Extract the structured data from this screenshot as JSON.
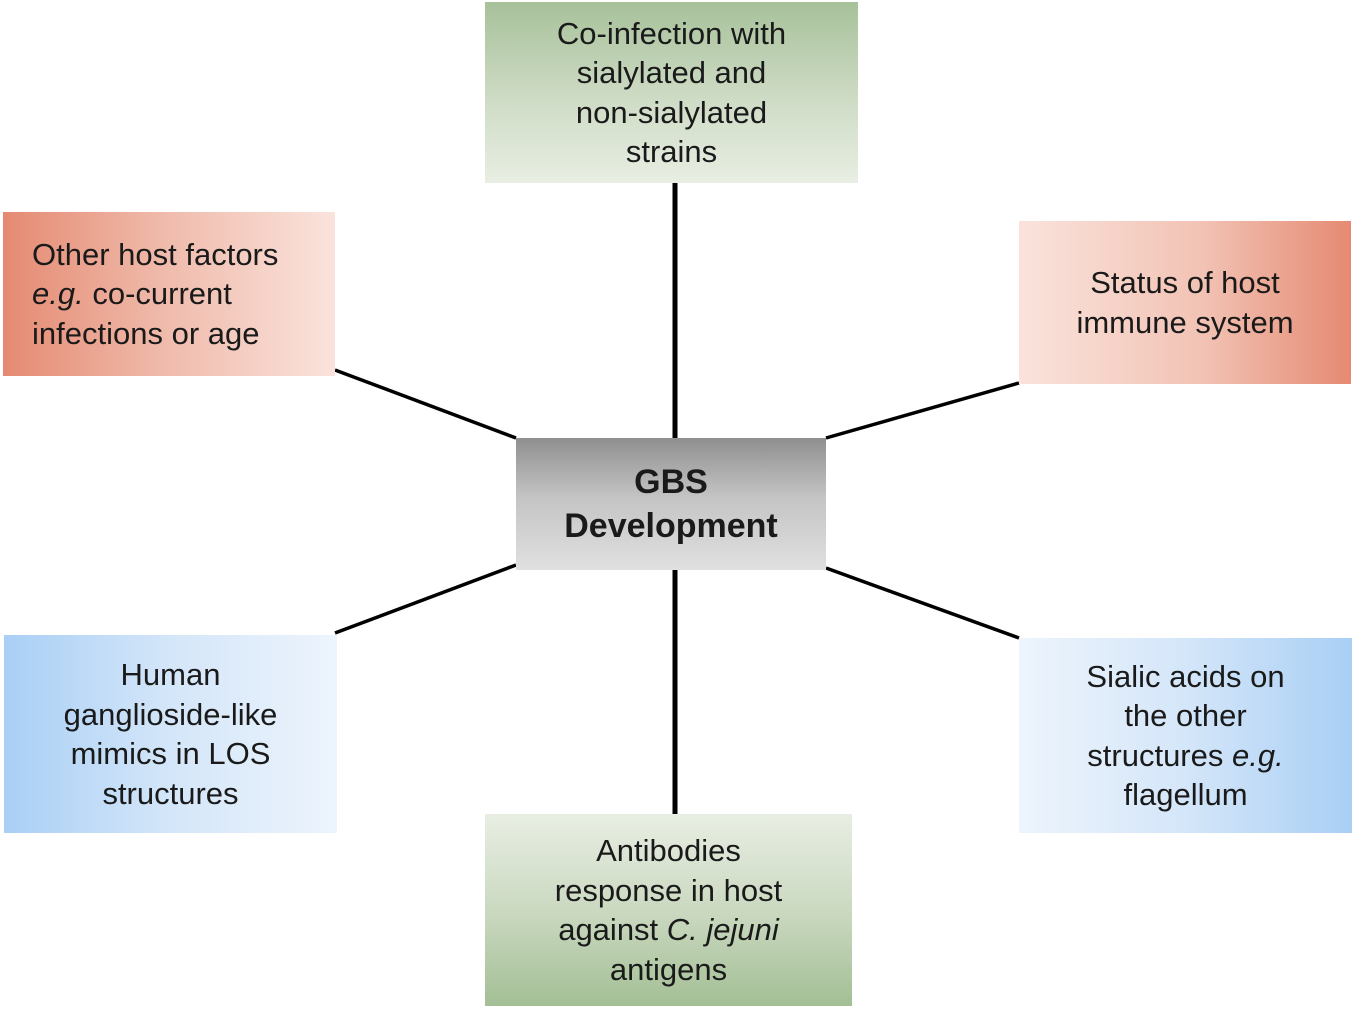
{
  "center": {
    "line1": "GBS",
    "line2": "Development"
  },
  "nodes": {
    "top": {
      "lines": [
        "Co-infection with",
        "sialylated and",
        "non-sialylated",
        "strains"
      ]
    },
    "upper_right": {
      "lines": [
        "Status of host",
        "immune system"
      ]
    },
    "upper_left": {
      "line1": "Other host factors",
      "line2_italic": "e.g.",
      "line2_rest": " co-current",
      "line3": "infections or age"
    },
    "lower_left": {
      "lines": [
        "Human",
        "ganglioside-like",
        "mimics in LOS",
        "structures"
      ]
    },
    "lower_right": {
      "line1": "Sialic acids on",
      "line2": "the other",
      "line3_start": "structures ",
      "line3_italic": "e.g.",
      "line4": "flagellum"
    },
    "bottom": {
      "line1": "Antibodies",
      "line2": "response in host",
      "line3_start": "against ",
      "line3_italic": "C. jejuni",
      "line4": "antigens"
    }
  },
  "colors": {
    "connector": "#000000",
    "center_fill": "#b5b5b5",
    "green_fill": "#b9cdae",
    "red_fill": "#ec9f8b",
    "blue_fill": "#bcdaf7"
  }
}
